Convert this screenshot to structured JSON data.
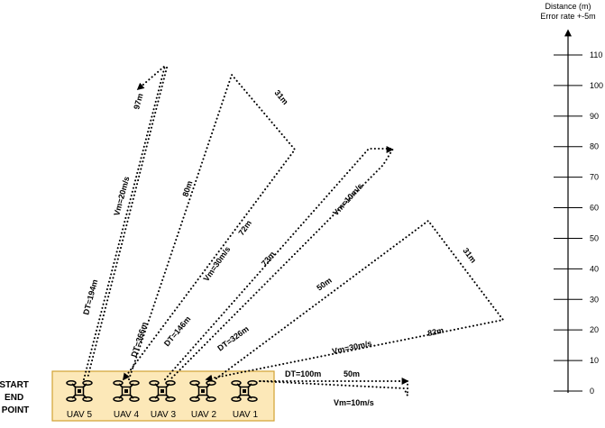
{
  "start_end_label": [
    "START",
    "END",
    "POINT"
  ],
  "uavs": [
    {
      "label": "UAV 5"
    },
    {
      "label": "UAV 4"
    },
    {
      "label": "UAV 3"
    },
    {
      "label": "UAV 2"
    },
    {
      "label": "UAV 1"
    }
  ],
  "scale": {
    "title_line1": "Distance (m)",
    "title_line2": "Error rate +-5m",
    "ticks": [
      "110",
      "100",
      "90",
      "80",
      "70",
      "60",
      "50",
      "40",
      "30",
      "20",
      "10",
      "0"
    ]
  },
  "path_labels": {
    "uav5_dt": "DT=194m",
    "uav5_speed": "Vm=20m/s",
    "uav5_leg": "97m",
    "uav4_dt": "DT=366m",
    "uav4_speed": "Vm=30m/s",
    "uav4_leg1": "80m",
    "uav4_leg2": "31m",
    "uav4_leg3": "72m",
    "uav3_dt": "DT=146m",
    "uav3_leg": "73m",
    "uav3_speed": "Vm=10m/s",
    "uav2_dt": "DT=326m",
    "uav2_leg1": "50m",
    "uav2_leg2": "31m",
    "uav2_leg3": "82m",
    "uav2_speed": "Vm=30m/s",
    "uav1_dt": "DT=100m",
    "uav1_leg": "50m",
    "uav1_speed": "Vm=10m/s"
  },
  "colors": {
    "start_box_fill": "#fce8b8",
    "start_box_stroke": "#d2a233"
  }
}
